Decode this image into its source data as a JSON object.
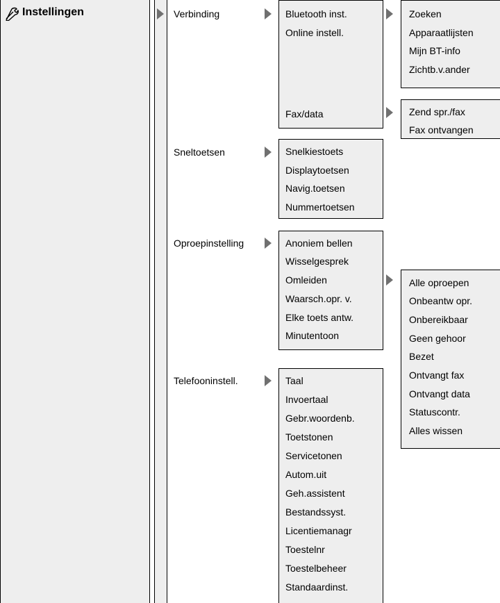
{
  "title": "Instellingen",
  "icon": "wrench-icon",
  "colors": {
    "panel": "#eeeeee",
    "arrow": "#707070",
    "line": "#000000"
  },
  "level1": [
    "Verbinding",
    "Sneltoetsen",
    "Oproepinstelling",
    "Telefooninstell."
  ],
  "verbinding": {
    "items": [
      "Bluetooth inst.",
      "Online instell."
    ],
    "bluetooth_sub": [
      "Zoeken",
      "Apparaatlijsten",
      "Mijn BT-info",
      "Zichtb.v.ander"
    ],
    "faxdata": "Fax/data",
    "faxdata_sub": [
      "Zend spr./fax",
      "Fax ontvangen"
    ]
  },
  "sneltoetsen": [
    "Snelkiestoets",
    "Displaytoetsen",
    "Navig.toetsen",
    "Nummertoetsen"
  ],
  "oproep": [
    "Anoniem bellen",
    "Wisselgesprek",
    "Omleiden",
    "Waarsch.opr. v.",
    "Elke toets antw.",
    "Minutentoon"
  ],
  "omleiden_sub": [
    "Alle oproepen",
    "Onbeantw opr.",
    "Onbereikbaar",
    "Geen gehoor",
    "Bezet",
    "Ontvangt fax",
    "Ontvangt data",
    "Statuscontr.",
    "Alles wissen"
  ],
  "telefoon": [
    "Taal",
    "Invoertaal",
    "Gebr.woordenb.",
    "Toetstonen",
    "Servicetonen",
    "Autom.uit",
    "Geh.assistent",
    "Bestandssyst.",
    "Licentiemanagr",
    "Toestelnr",
    "Toestelbeheer",
    "Standaardinst."
  ]
}
